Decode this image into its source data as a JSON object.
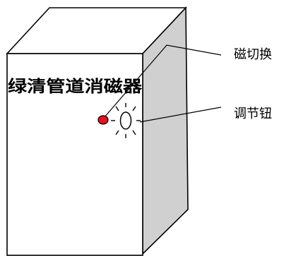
{
  "device": {
    "title": "绿清管道消磁器",
    "colors": {
      "front_face": "#ffffff",
      "side_face": "#d0d0d0",
      "outline": "#000000",
      "indicator_light": "#e8101a"
    }
  },
  "callouts": {
    "indicator": "磁切换",
    "knob": "调节钮"
  }
}
